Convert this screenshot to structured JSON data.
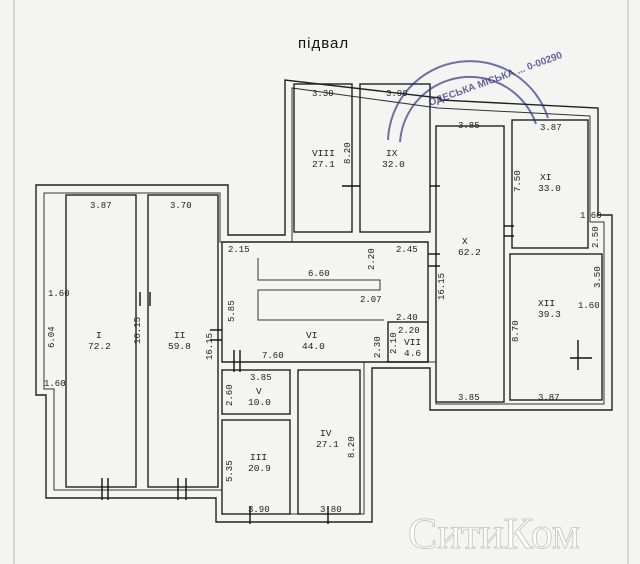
{
  "title": "підвал",
  "watermark": "СитиКом",
  "stamp": {
    "text": "ОДЕСЬКА МІСЬКА ... 0-00290",
    "color": "#2a2a7a"
  },
  "rooms": [
    {
      "id": "I",
      "area": "72.2"
    },
    {
      "id": "II",
      "area": "59.8"
    },
    {
      "id": "III",
      "area": "20.9"
    },
    {
      "id": "IV",
      "area": "27.1"
    },
    {
      "id": "V",
      "area": "10.0"
    },
    {
      "id": "VI",
      "area": "44.0"
    },
    {
      "id": "VII",
      "area": "4.6"
    },
    {
      "id": "VIII",
      "area": "27.1"
    },
    {
      "id": "IX",
      "area": "32.0"
    },
    {
      "id": "X",
      "area": "62.2"
    },
    {
      "id": "XI",
      "area": "33.0"
    },
    {
      "id": "XII",
      "area": "39.3"
    }
  ],
  "dims": {
    "d_i_top": "3.87",
    "d_ii_top": "3.70",
    "d_i_160a": "1.60",
    "d_i_604": "6.04",
    "d_i_160b": "1.60",
    "d_ii_1615": "16.15",
    "d_1615b": "16.15",
    "d_viii_top": "3.30",
    "d_viii_820": "8.20",
    "d_ix_top": "3.90",
    "d_x_top": "3.85",
    "d_xi_top": "3.87",
    "d_xi_750": "7.50",
    "d_xi_160": "1.60",
    "d_xi_250": "2.50",
    "d_vi_215": "2.15",
    "d_vi_220": "2.20",
    "d_vi_660": "6.60",
    "d_vi_245": "2.45",
    "d_vi_207": "2.07",
    "d_vi_585": "5.85",
    "d_vi_240": "2.40",
    "d_vi_220b": "2.20",
    "d_vi_230": "2.30",
    "d_vi_210": "2.10",
    "d_vi_760": "7.60",
    "d_x_1615": "16.15",
    "d_xii_350": "3.50",
    "d_xii_160": "1.60",
    "d_xii_870": "8.70",
    "d_v_385": "3.85",
    "d_v_260": "2.60",
    "d_iii_535": "5.35",
    "d_iv_820": "8.20",
    "d_iii_390": "3.90",
    "d_iv_380": "3.80",
    "d_x_bot": "3.85",
    "d_xii_bot": "3.87"
  }
}
